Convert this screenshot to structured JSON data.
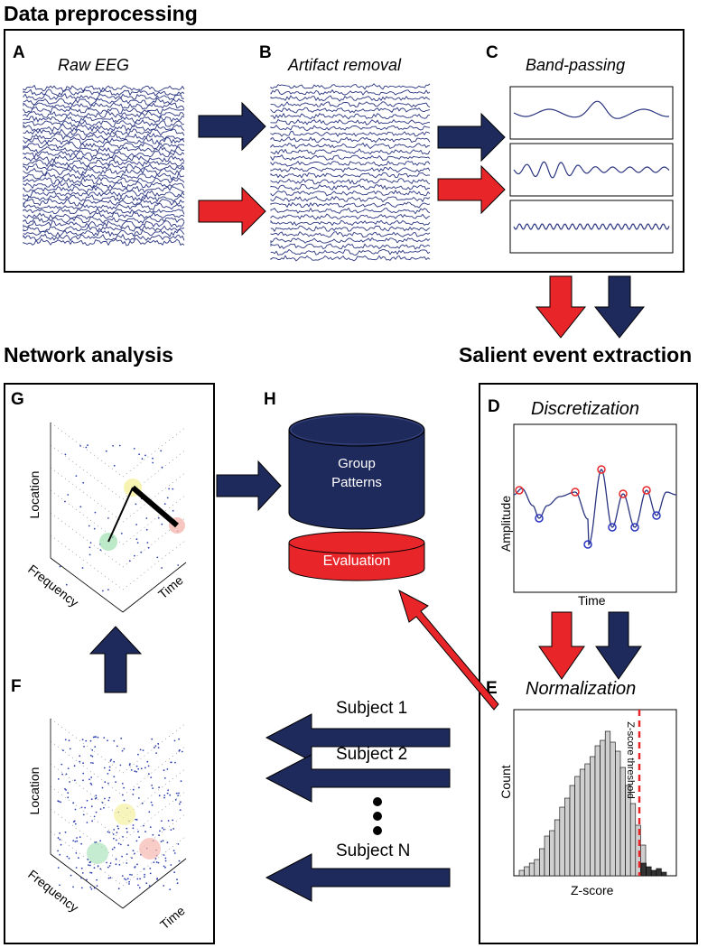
{
  "titles": {
    "data_preprocessing": "Data preprocessing",
    "network_analysis": "Network analysis",
    "salient_event_extraction": "Salient event extraction"
  },
  "panels": {
    "A": {
      "letter": "A",
      "label": "Raw EEG"
    },
    "B": {
      "letter": "B",
      "label": "Artifact removal"
    },
    "C": {
      "letter": "C",
      "label": "Band-passing"
    },
    "D": {
      "letter": "D",
      "label": "Discretization",
      "xlabel": "Time",
      "ylabel": "Amplitude"
    },
    "E": {
      "letter": "E",
      "label": "Normalization",
      "xlabel": "Z-score",
      "ylabel": "Count",
      "threshold_label": "Z-score threshold"
    },
    "F": {
      "letter": "F",
      "xlabel1": "Frequency",
      "xlabel2": "Time",
      "ylabel": "Location"
    },
    "G": {
      "letter": "G",
      "xlabel1": "Frequency",
      "xlabel2": "Time",
      "ylabel": "Location"
    },
    "H": {
      "letter": "H",
      "db_label_line1": "Group",
      "db_label_line2": "Patterns",
      "eval_label": "Evaluation"
    }
  },
  "subjects": [
    "Subject 1",
    "Subject 2",
    "Subject N"
  ],
  "colors": {
    "navy": "#1f2a5c",
    "red": "#e8262a",
    "eeg": "#2a3580",
    "histogram_bar": "#cfcfcf",
    "histogram_tail": "#333333"
  }
}
